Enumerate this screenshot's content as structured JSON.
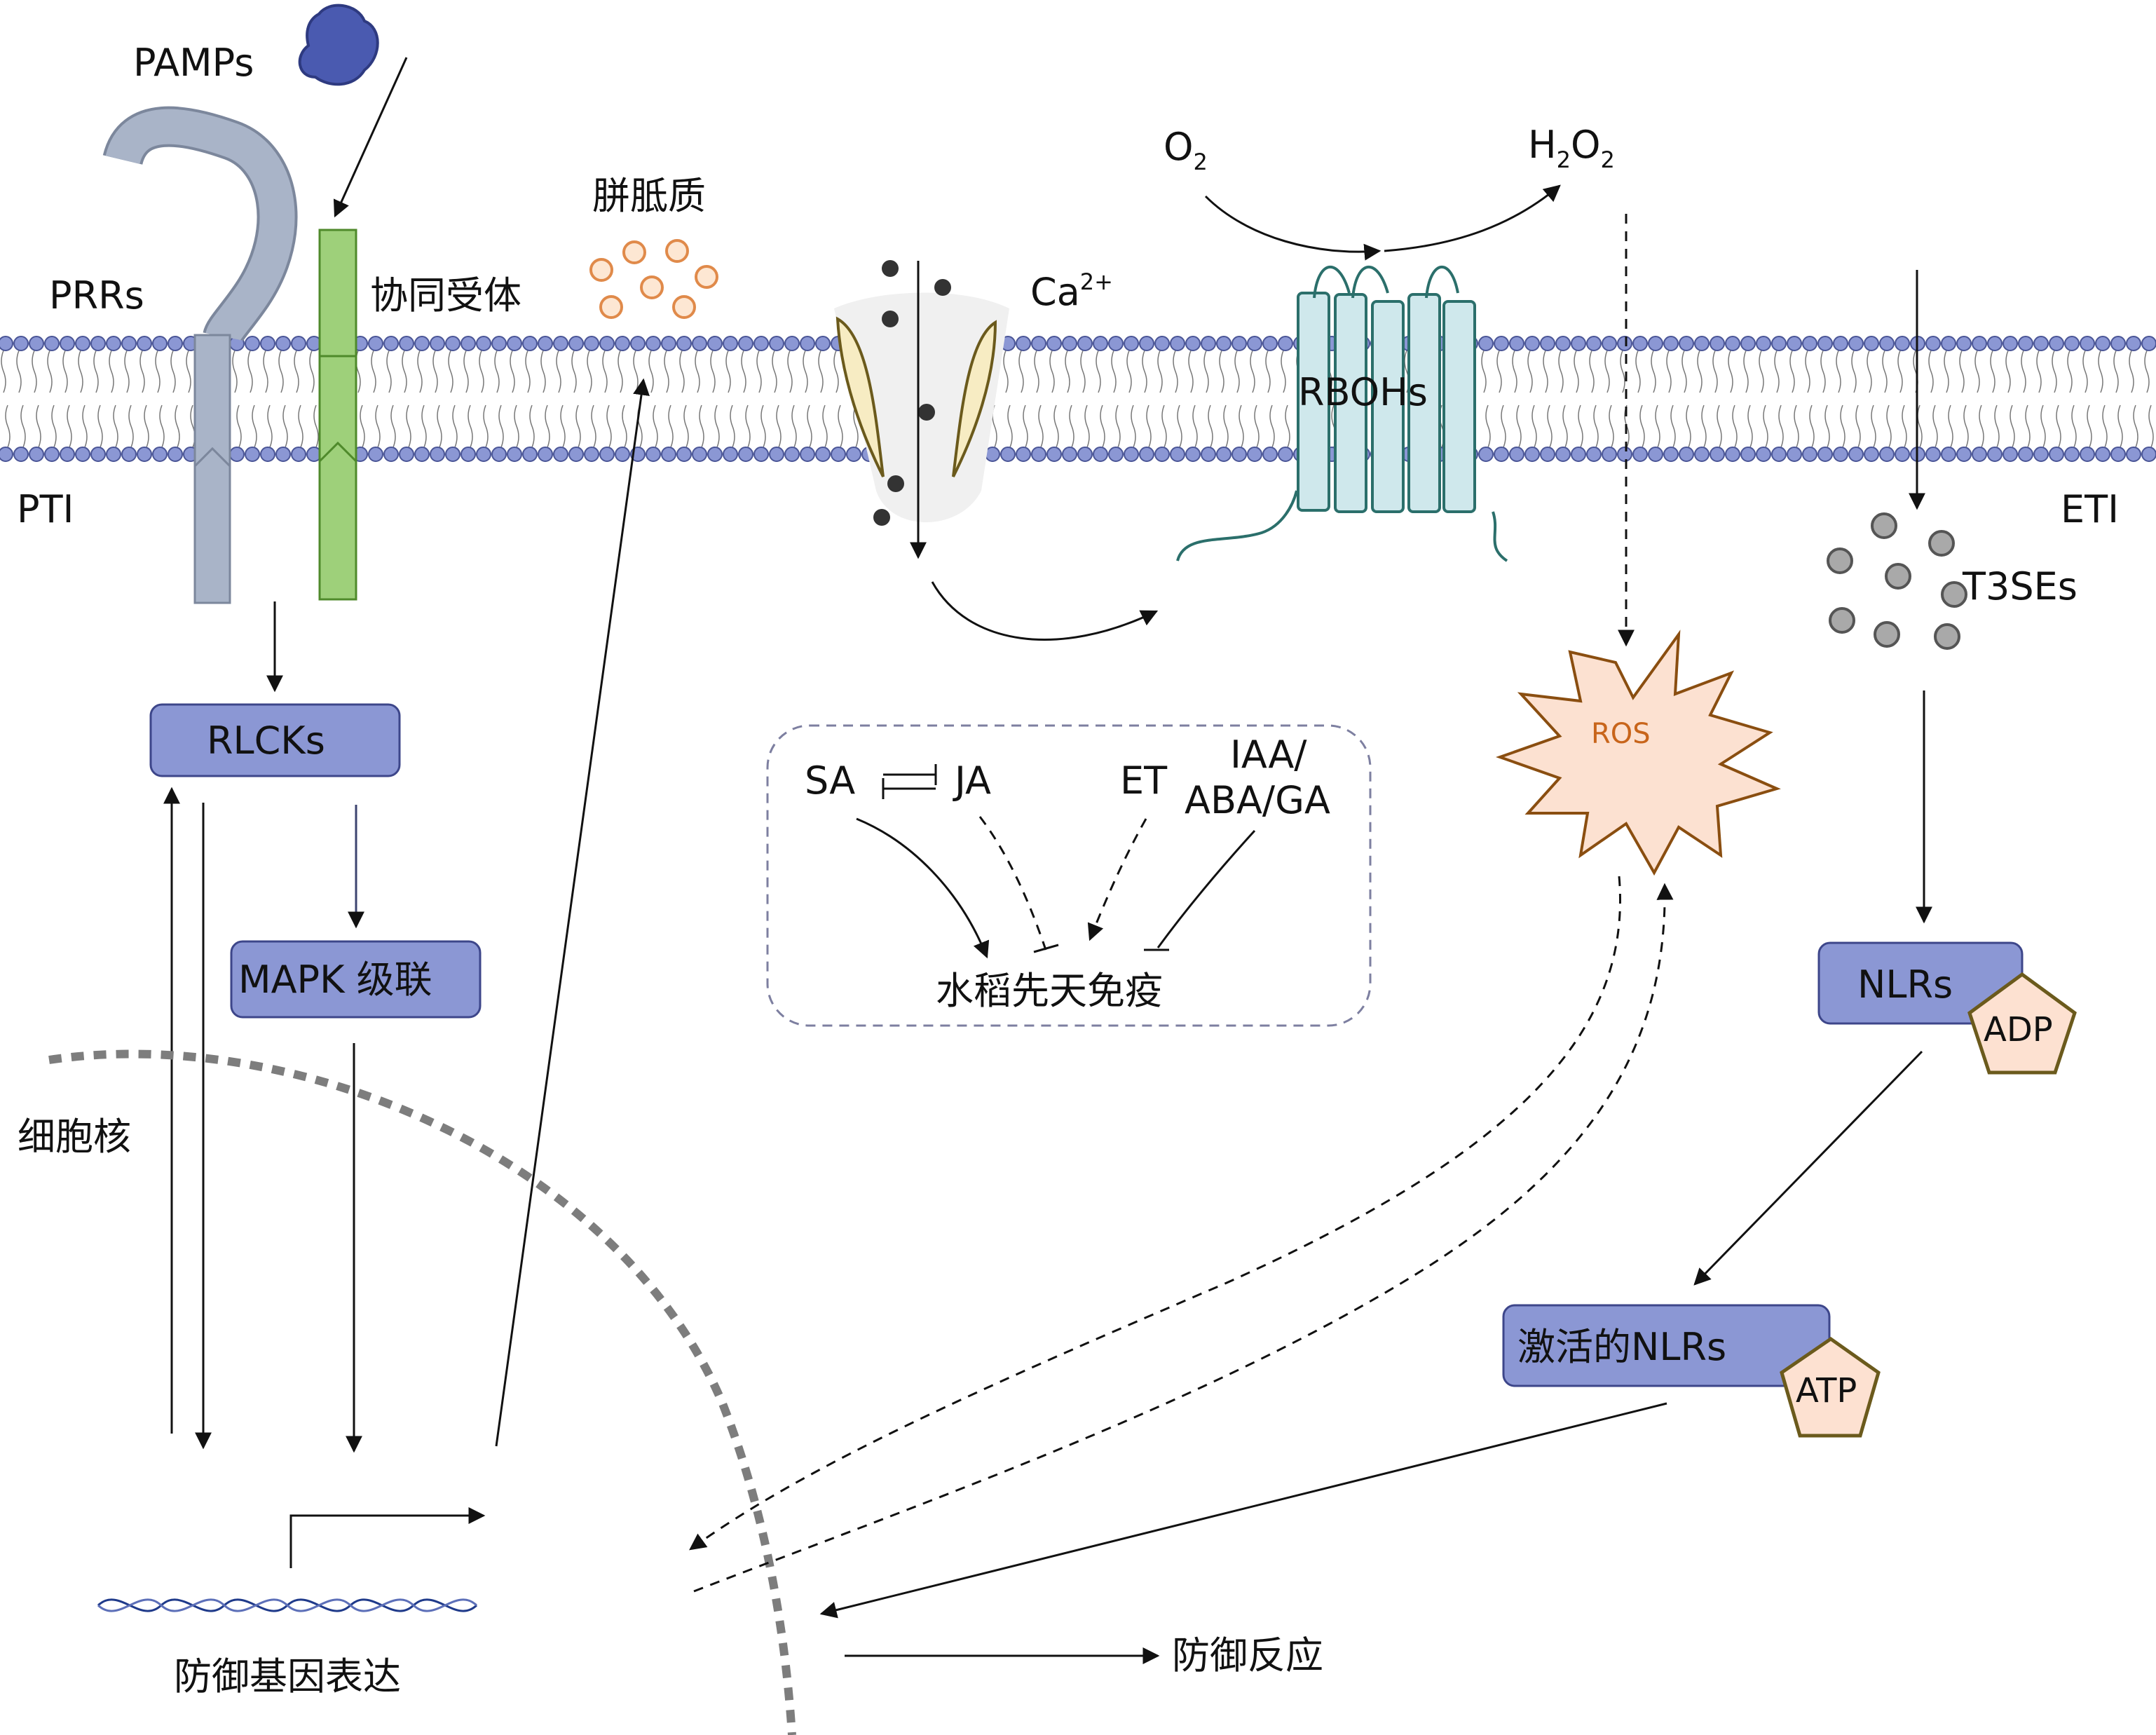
{
  "labels": {
    "pamps": "PAMPs",
    "prrs": "PRRs",
    "coreceptor": "协同受体",
    "pti": "PTI",
    "eti": "ETI",
    "peptides": "胼胝质",
    "calcium": "Ca",
    "calcium_sup": "2+",
    "o2": "O",
    "o2_sub": "2",
    "h2o2_h": "H",
    "h2o2_o": "O",
    "h2o2_sub": "2",
    "rbohs": "RBOHs",
    "ros": "ROS",
    "t3ses": "T3SEs",
    "rlcks": "RLCKs",
    "mapk": "MAPK 级联",
    "nucleus": "细胞核",
    "nlrs": "NLRs",
    "adp": "ADP",
    "activated_nlrs": "激活的NLRs",
    "atp": "ATP",
    "defense_genes": "防御基因表达",
    "defense_response": "防御反应"
  },
  "hormones": {
    "sa": "SA",
    "ja": "JA",
    "et": "ET",
    "iaa": "IAA/",
    "aba_ga": "ABA/GA",
    "innate_immunity": "水稻先天免疫"
  },
  "colors": {
    "membrane_head": "#8b97d4",
    "membrane_head_stroke": "#4a5596",
    "prr": "#a9b4c8",
    "coreceptor": "#9ed07a",
    "box_blue": "#8b97d4",
    "ros_fill": "#fce1d1",
    "ros_stroke": "#8a4e10",
    "ros_text": "#c8651b",
    "pentagon_fill": "#fde1d1",
    "pentagon_stroke": "#6b5a1c",
    "rboh": "#cfe8ec",
    "peptide": "#f6b98e",
    "t3se": "#a9a9a9",
    "pamp": "#4a5ab0"
  }
}
